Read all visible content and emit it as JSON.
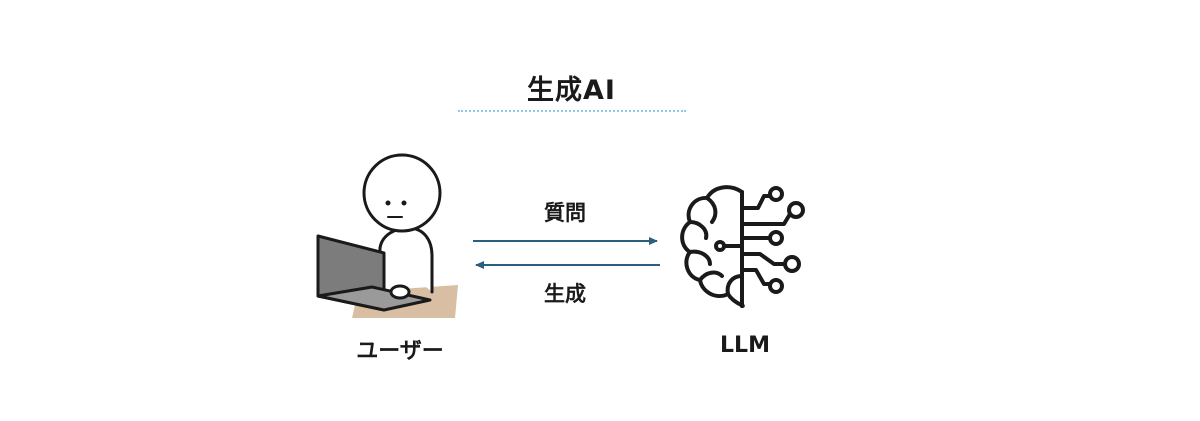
{
  "title": "生成AI",
  "nodes": {
    "user_label": "ユーザー",
    "llm_label": "LLM"
  },
  "edges": {
    "question_label": "質問",
    "generate_label": "生成"
  },
  "colors": {
    "arrow": "#2a5f7f",
    "underline": "#8ccbe8",
    "laptop": "#7c7c7c",
    "desk": "#d8bfa3",
    "ink": "#1a1a1a"
  },
  "icons": {
    "user": "person-at-laptop-icon",
    "llm": "brain-circuit-icon"
  }
}
